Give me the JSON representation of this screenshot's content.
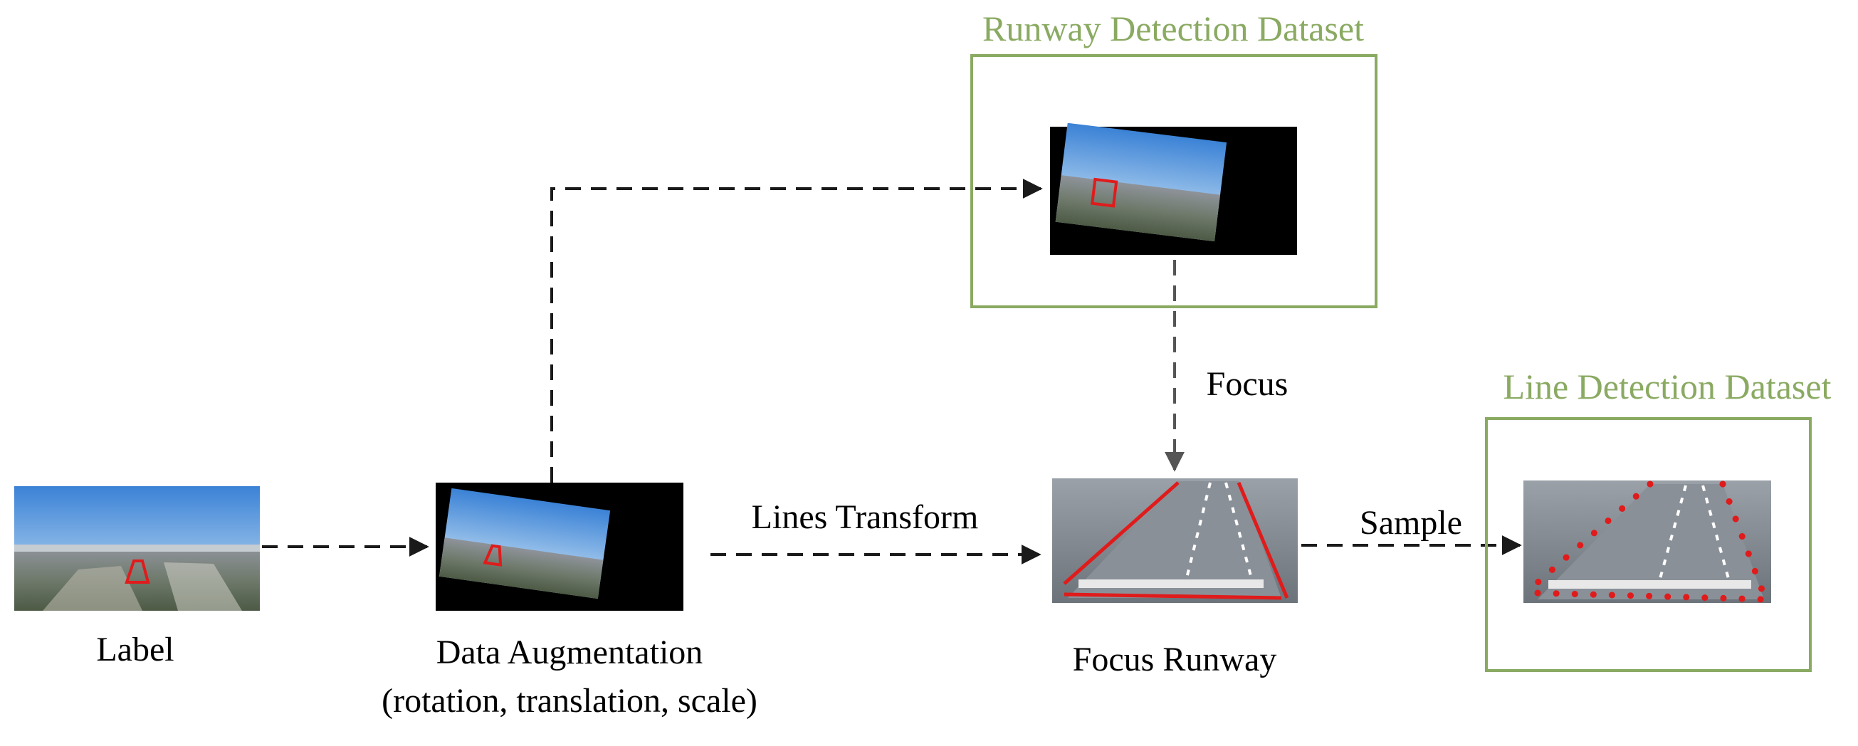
{
  "nodes": {
    "label": "Label",
    "augmentation": "Data Augmentation",
    "augmentation_params": "(rotation, translation, scale)",
    "focus_runway": "Focus Runway"
  },
  "datasets": {
    "runway_detection": "Runway Detection Dataset",
    "line_detection": "Line Detection Dataset"
  },
  "edges": {
    "focus": "Focus",
    "lines_transform": "Lines Transform",
    "sample": "Sample"
  },
  "colors": {
    "dataset_box": "#8aaa62",
    "annotation": "#e01b1b",
    "sky_top": "#3f86d8",
    "runway_ground": "#7d8289"
  }
}
